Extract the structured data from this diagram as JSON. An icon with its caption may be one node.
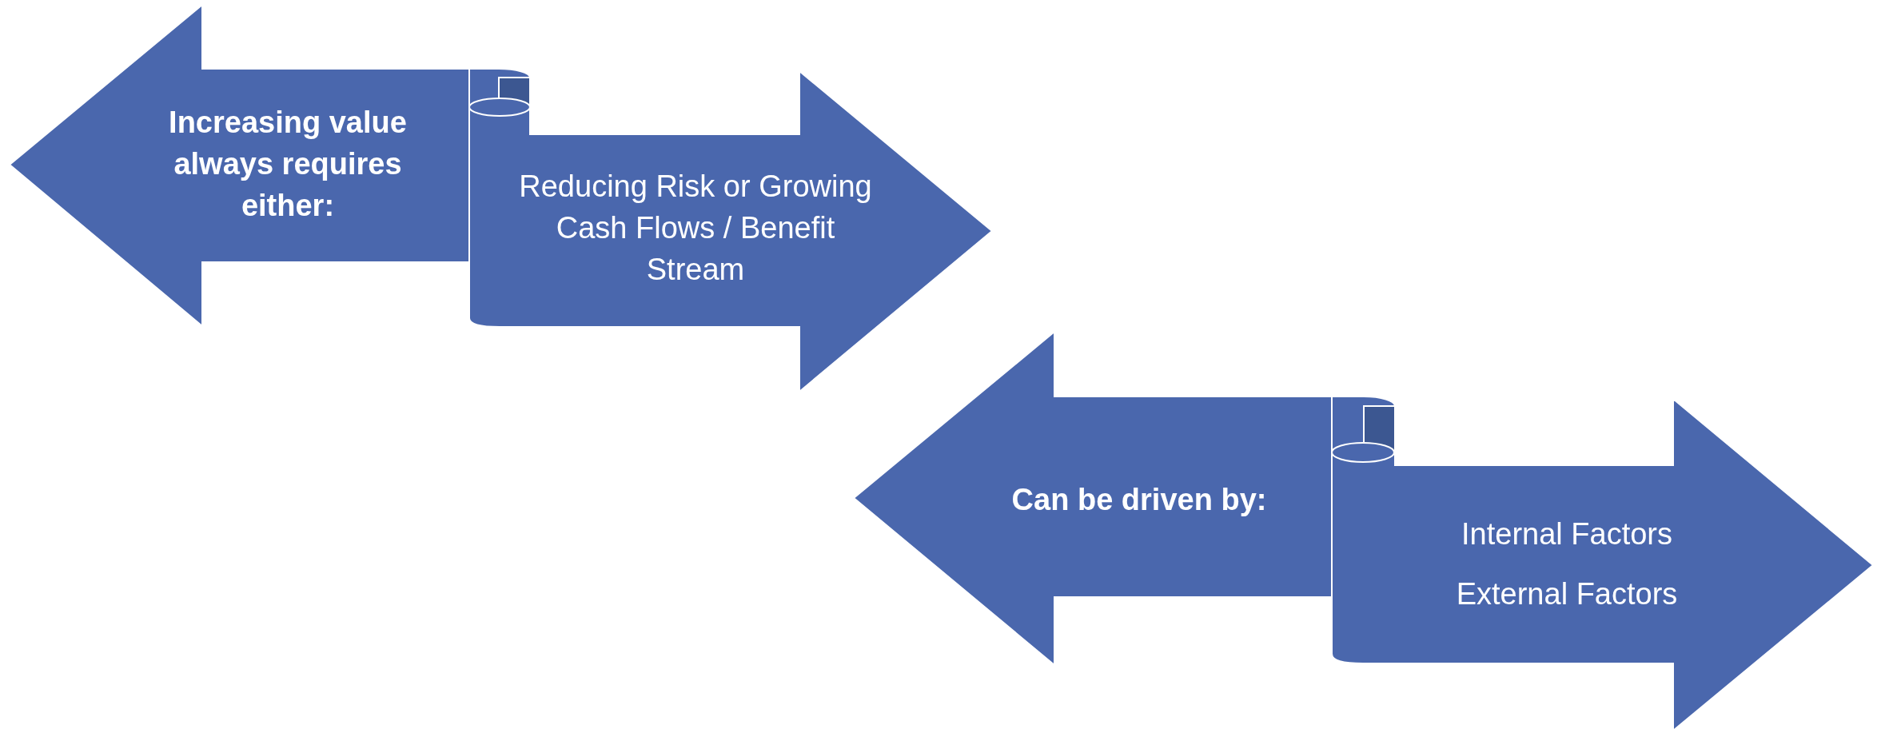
{
  "diagram": {
    "nodes": [
      {
        "text": [
          "Increasing value always requires either:"
        ]
      },
      {
        "text": [
          "Reducing Risk or Growing Cash Flows / Benefit Stream"
        ]
      },
      {
        "text": [
          "Can be driven by:"
        ]
      },
      {
        "text": [
          "Internal Factors",
          "External Factors"
        ]
      }
    ]
  }
}
